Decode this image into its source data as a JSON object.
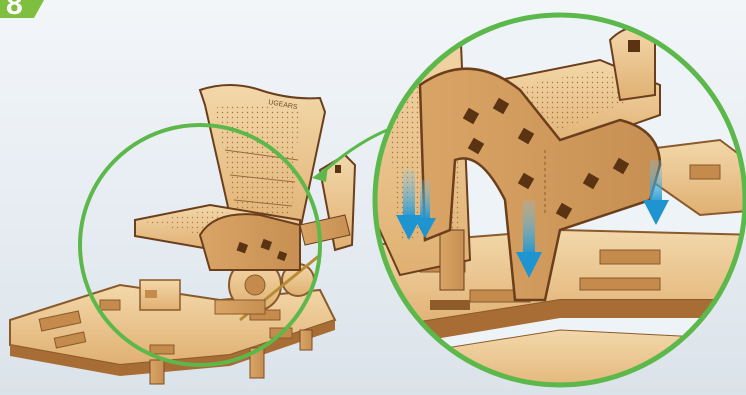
{
  "step": {
    "number": "8",
    "badge_color": "#7fbf3f"
  },
  "colors": {
    "plywood_light": "#efcf9d",
    "plywood_mid": "#e2b57a",
    "plywood_edge": "#8a5a2b",
    "plywood_burn": "#6b3f1c",
    "callout_ring": "#5cb84a",
    "arrow_blue": "#2fa3d8"
  },
  "illustration": {
    "left_model": "seat-assembly-overview",
    "zoom_callout": "seat-legs-insertion-detail",
    "engraving": "UGEARS",
    "arrow_count": 4,
    "arrow_direction": "down"
  }
}
